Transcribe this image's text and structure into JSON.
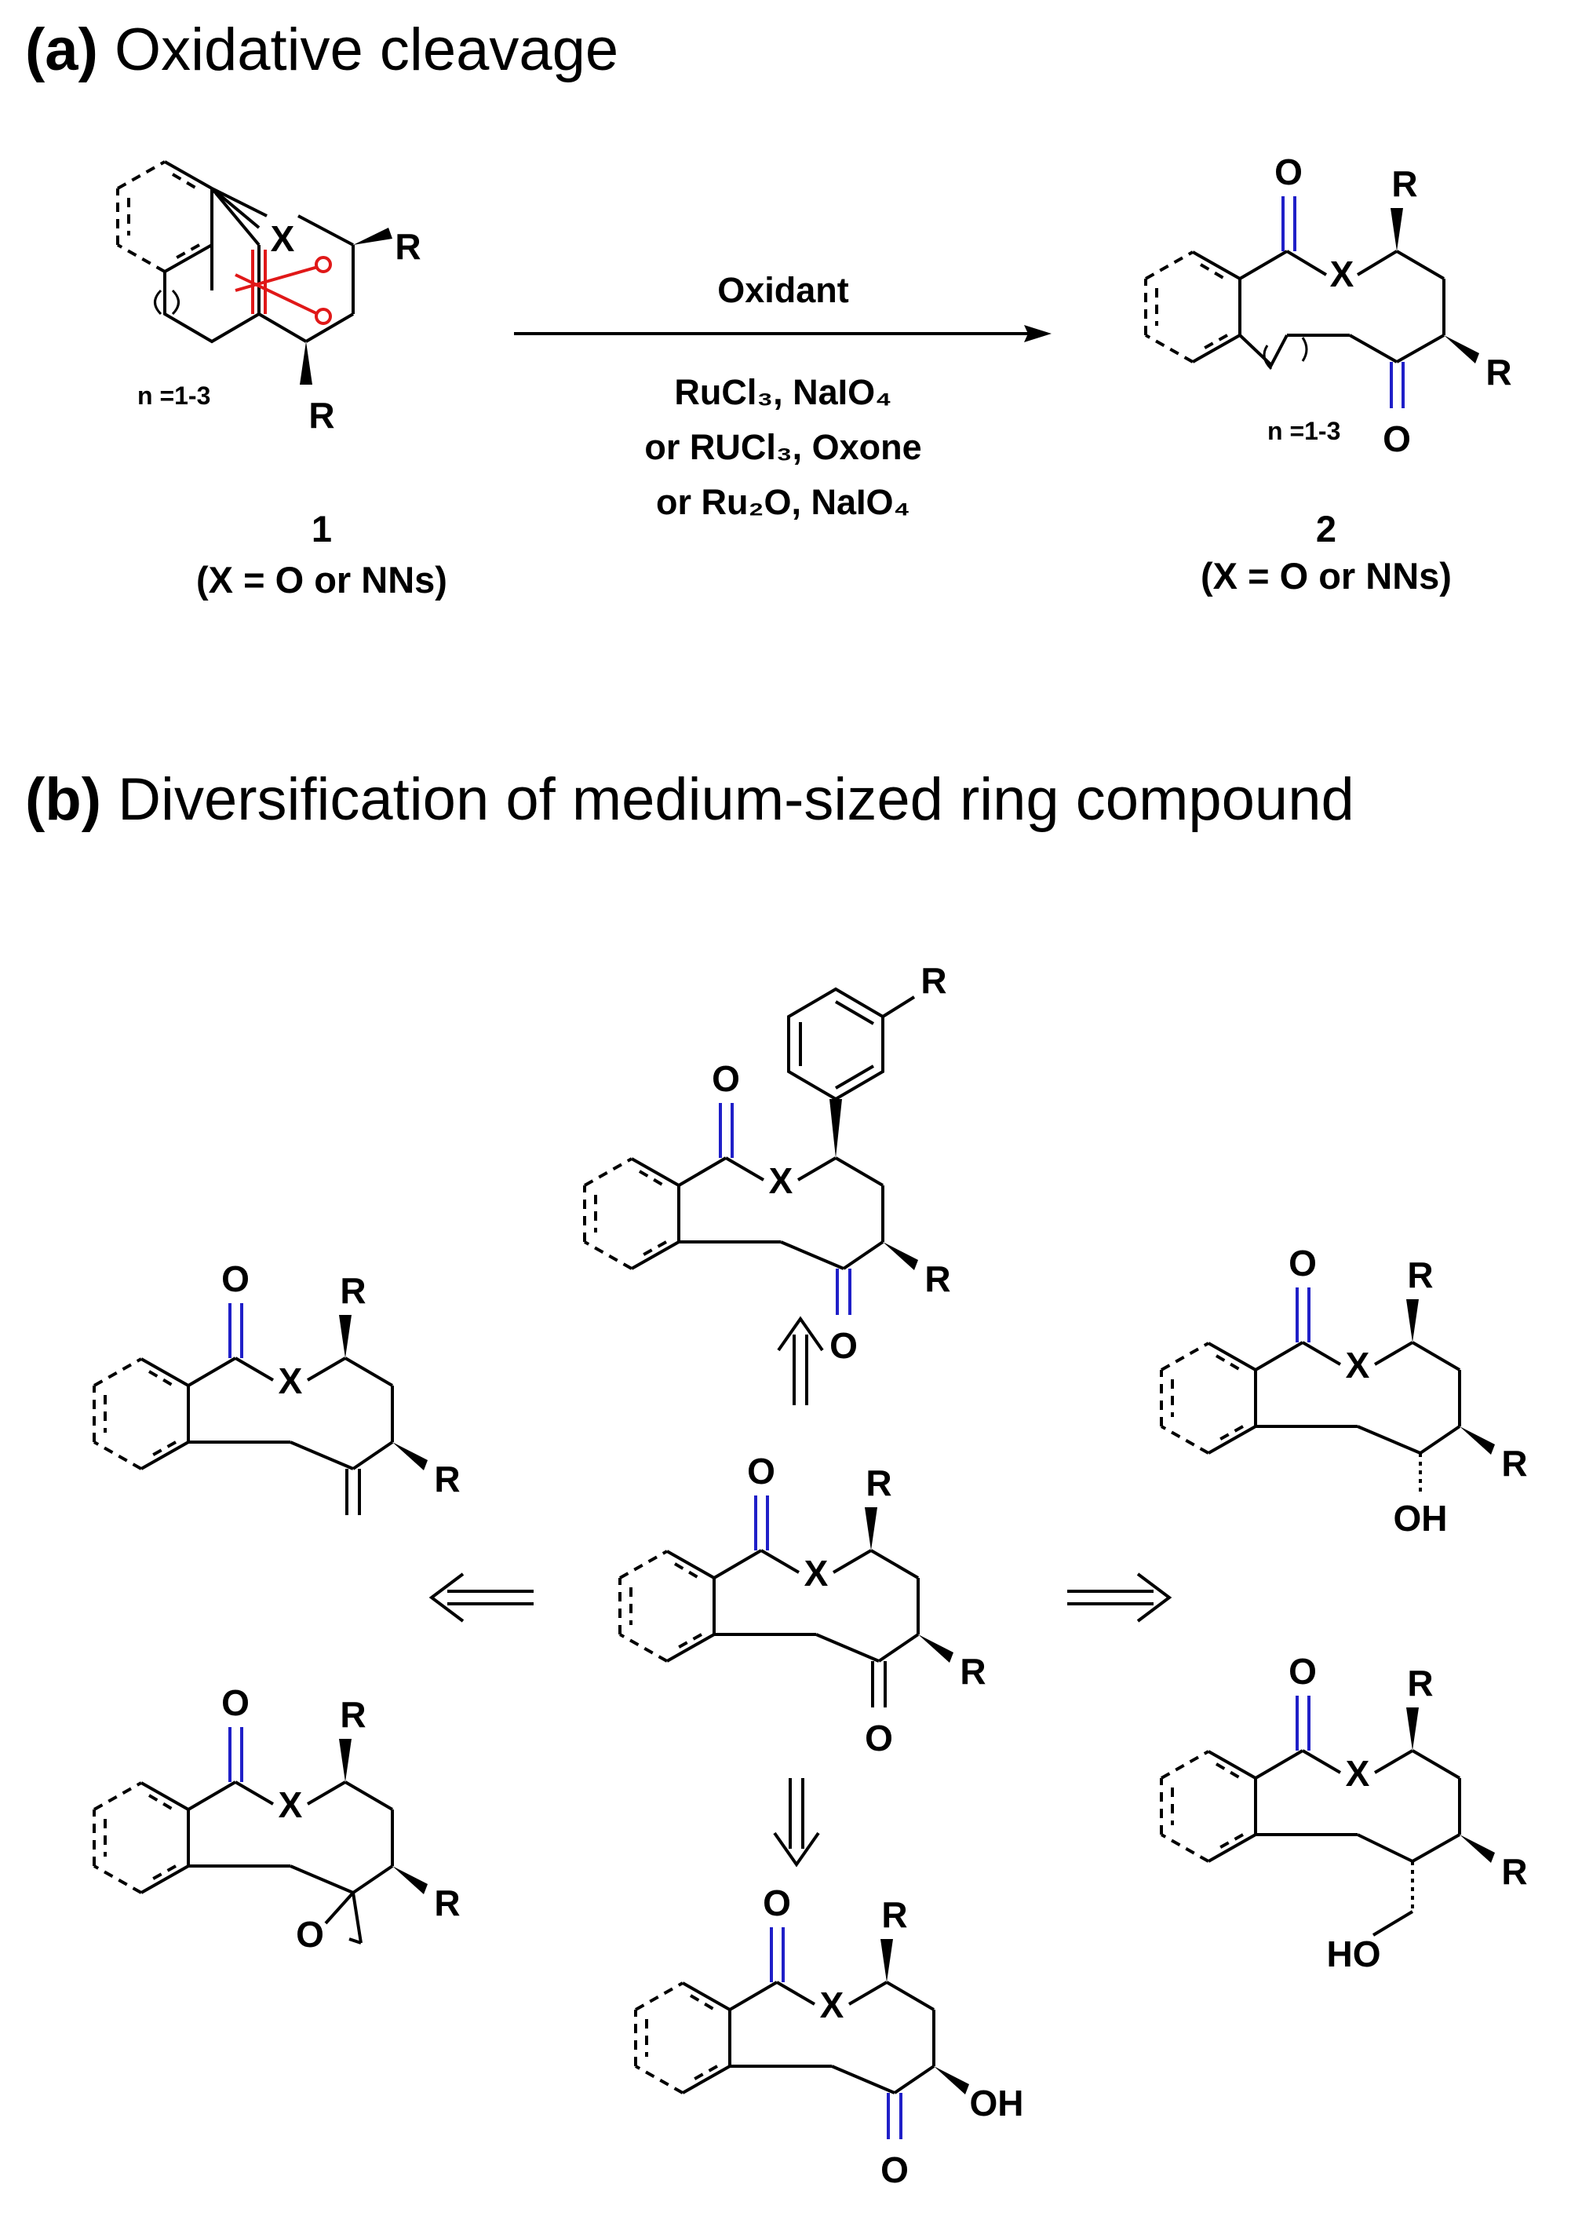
{
  "panel_a": {
    "letter": "(a)",
    "title": "Oxidative cleavage",
    "reactant": {
      "number": "1",
      "caption": "(X = O or NNs)",
      "n_label": "n =1-3"
    },
    "product": {
      "number": "2",
      "caption": "(X = O or NNs)",
      "n_label": "n =1-3"
    },
    "arrow": {
      "above": "Oxidant",
      "below": [
        "RuCl₃, NaIO₄",
        "or RUCl₃, Oxone",
        "or Ru₂O, NaIO₄"
      ]
    }
  },
  "panel_b": {
    "letter": "(b)",
    "title": "Diversification of medium-sized ring compound"
  },
  "atoms": {
    "x": "X",
    "o": "O",
    "r": "R",
    "oh": "OH",
    "ho": "HO"
  },
  "colors": {
    "carbonyl": "#1f1fc8",
    "cleavage": "#e01818",
    "bond": "#000000"
  }
}
